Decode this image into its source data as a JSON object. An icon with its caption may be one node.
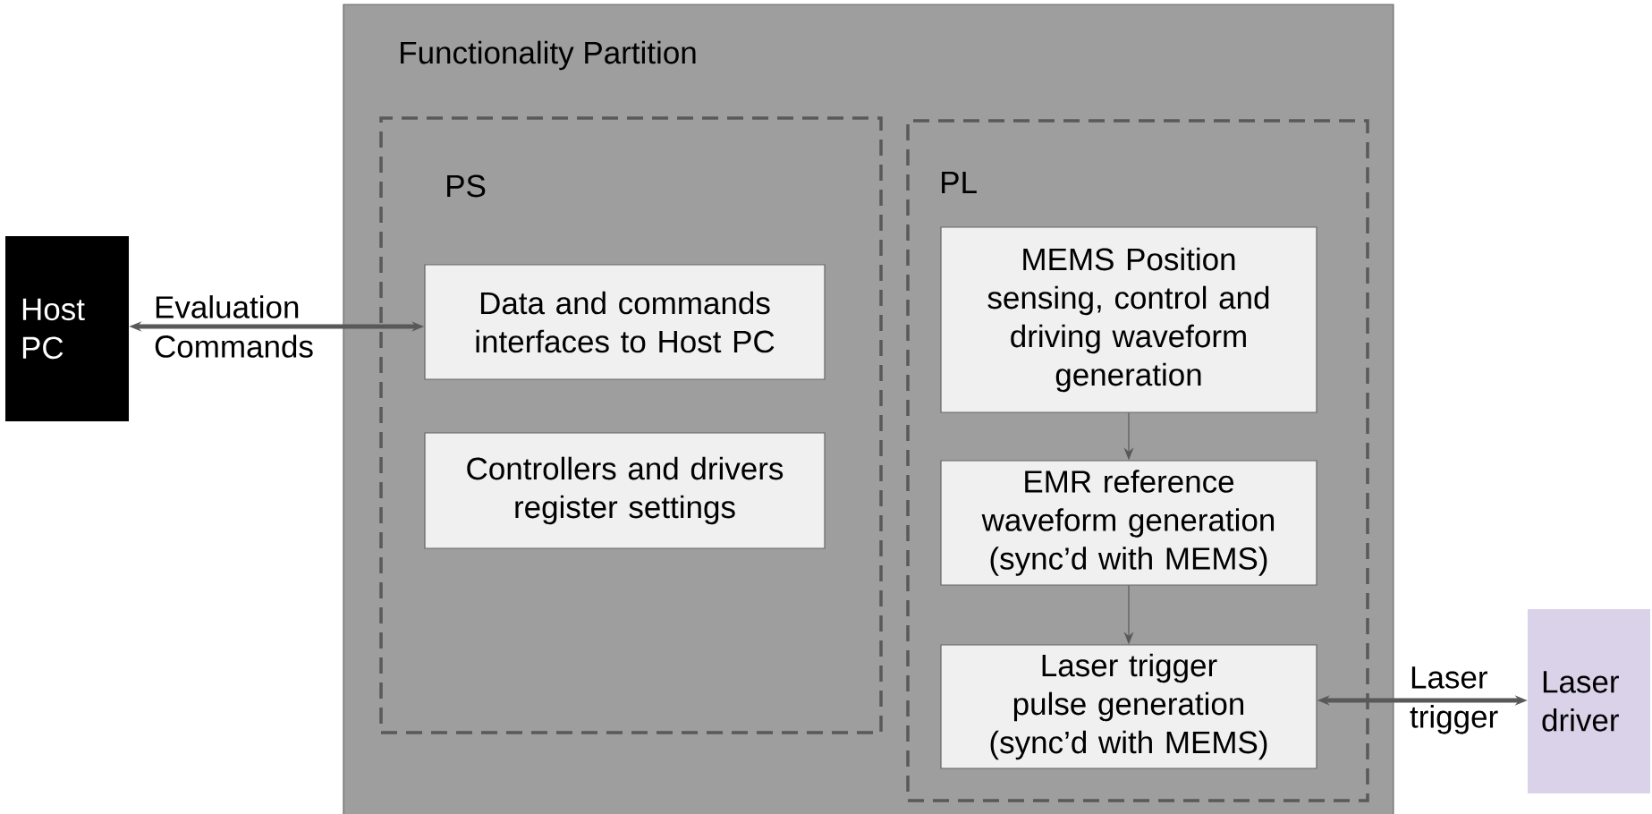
{
  "diagram": {
    "nodes": [
      {
        "text": [
          "Functionality Partition"
        ]
      },
      {
        "text": [
          "PS"
        ],
        "in": 0
      },
      {
        "text": [
          "PL"
        ],
        "in": 0
      },
      {
        "text": [
          "Host PC"
        ]
      },
      {
        "text": [
          "Data and commands interfaces to Host PC"
        ],
        "in": 1
      },
      {
        "text": [
          "Controllers and drivers register settings"
        ],
        "in": 1
      },
      {
        "text": [
          "MEMS Position sensing, control and driving waveform generation"
        ],
        "in": 2
      },
      {
        "text": [
          "EMR reference waveform generation (sync’d with MEMS)"
        ],
        "in": 2
      },
      {
        "text": [
          "Laser trigger pulse generation (sync’d with MEMS)"
        ],
        "in": 2
      },
      {
        "text": [
          "Laser driver"
        ]
      }
    ],
    "edges": [
      {
        "from": 3,
        "to": 4,
        "arrow": "both",
        "label": "Evaluation Commands",
        "style": "thick"
      },
      {
        "from": 6,
        "to": 7,
        "arrow": "to"
      },
      {
        "from": 7,
        "to": 8,
        "arrow": "to"
      },
      {
        "from": 8,
        "to": 9,
        "arrow": "both",
        "label": "Laser trigger",
        "style": "thick"
      }
    ]
  }
}
